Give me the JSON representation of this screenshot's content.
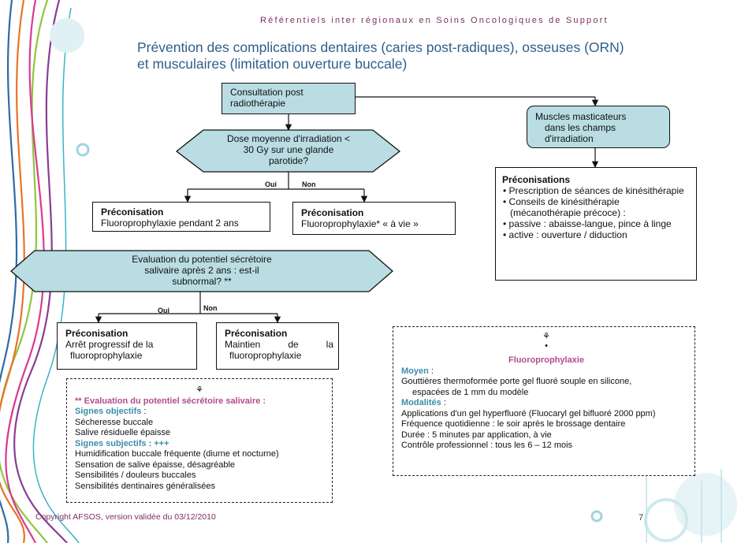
{
  "header": "Référentiels inter régionaux en Soins Oncologiques de Support",
  "title_line1": "Prévention des complications dentaires (caries post-radiques), osseuses (ORN)",
  "title_line2": "et musculaires (limitation ouverture buccale)",
  "consultation": [
    "Consultation post",
    "radiothérapie"
  ],
  "muscles": [
    "Muscles masticateurs",
    "dans les champs",
    "d'irradiation"
  ],
  "dose_question": [
    "Dose  moyenne d'irradiation <",
    "30 Gy sur une glande",
    "parotide?"
  ],
  "branch1": {
    "oui": "Oui",
    "non": "Non"
  },
  "precon_2ans": {
    "title": "Préconisation",
    "text": "Fluoroprophylaxie pendant 2 ans"
  },
  "precon_vie": {
    "title": "Préconisation",
    "text": "Fluoroprophylaxie* « à vie »"
  },
  "muscle_precon": {
    "title": "Préconisations",
    "items": [
      "Prescription de séances de kinésithérapie",
      "Conseils de kinésithérapie (mécanothérapie précoce) :",
      "passive : abaisse-langue, pince à linge",
      "active  : ouverture / diduction"
    ]
  },
  "eval_question": [
    "Evaluation du potentiel sécrétoire",
    "salivaire  après 2 ans : est-il",
    "subnormal? **"
  ],
  "branch2": {
    "oui": "Oui",
    "non": "Non"
  },
  "precon_arret": {
    "title": "Préconisation",
    "line1": "Arrêt progressif de la",
    "line2": "fluoroprophylaxie"
  },
  "precon_maintien": {
    "title": "Préconisation",
    "line1a": "Maintien",
    "line1b": "de",
    "line1c": "la",
    "line2": "fluoroprophylaxie"
  },
  "eval_notes": {
    "heading": "** Evaluation du potentiel sécrétoire salivaire :",
    "obj_heading": "Signes objectifs",
    "obj_colon": " :",
    "obj_items": [
      "Sécheresse buccale",
      "Salive résiduelle épaisse"
    ],
    "subj_heading": "Signes subjectifs : +++",
    "subj_items": [
      "Humidification buccale fréquente (diurne et nocturne)",
      "Sensation de salive épaisse, désagréable",
      "Sensibilités / douleurs buccales",
      "Sensibilités dentinaires généralisées"
    ]
  },
  "fluoro_notes": {
    "title": "Fluoroprophylaxie",
    "moyen_heading": "Moyen",
    "moyen_colon": " :",
    "moyen_line1": "Gouttières thermoformée porte gel fluoré souple en silicone,",
    "moyen_line2": "espacées de 1 mm du modèle",
    "modalites_heading": "Modalités",
    "modalites_colon": " :",
    "modalites_items": [
      "Applications d'un gel hyperfluoré (Fluocaryl gel bifluoré 2000 ppm)",
      "Fréquence quotidienne : le soir après le brossage dentaire",
      "Durée : 5 minutes par application, à vie",
      "Contrôle professionnel : tous les 6 – 12 mois"
    ]
  },
  "footer": "Copyright AFSOS, version validée du 03/12/2010",
  "page_number": "7",
  "colors": {
    "box_fill": "#b9dde3",
    "title": "#2f5f8a",
    "header": "#7b2f5f",
    "pink": "#b34c8e",
    "teal": "#3b8da8"
  }
}
